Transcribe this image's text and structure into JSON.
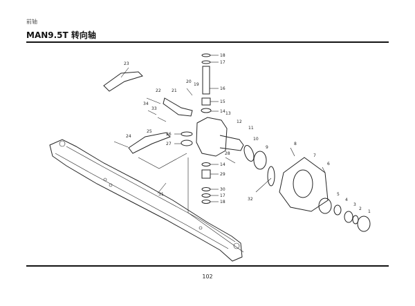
{
  "header": {
    "section": "前轴",
    "title": "MAN9.5T 转向轴"
  },
  "footer": {
    "page_number": "102"
  },
  "diagram": {
    "labels": [
      "18",
      "17",
      "16",
      "15",
      "14",
      "13",
      "12",
      "11",
      "10",
      "9",
      "8",
      "7",
      "6",
      "5",
      "4",
      "3",
      "2",
      "1",
      "32",
      "31",
      "30",
      "29",
      "28",
      "14",
      "17",
      "18",
      "27",
      "26",
      "25",
      "24",
      "34",
      "33",
      "22",
      "21",
      "20",
      "19",
      "23"
    ]
  }
}
